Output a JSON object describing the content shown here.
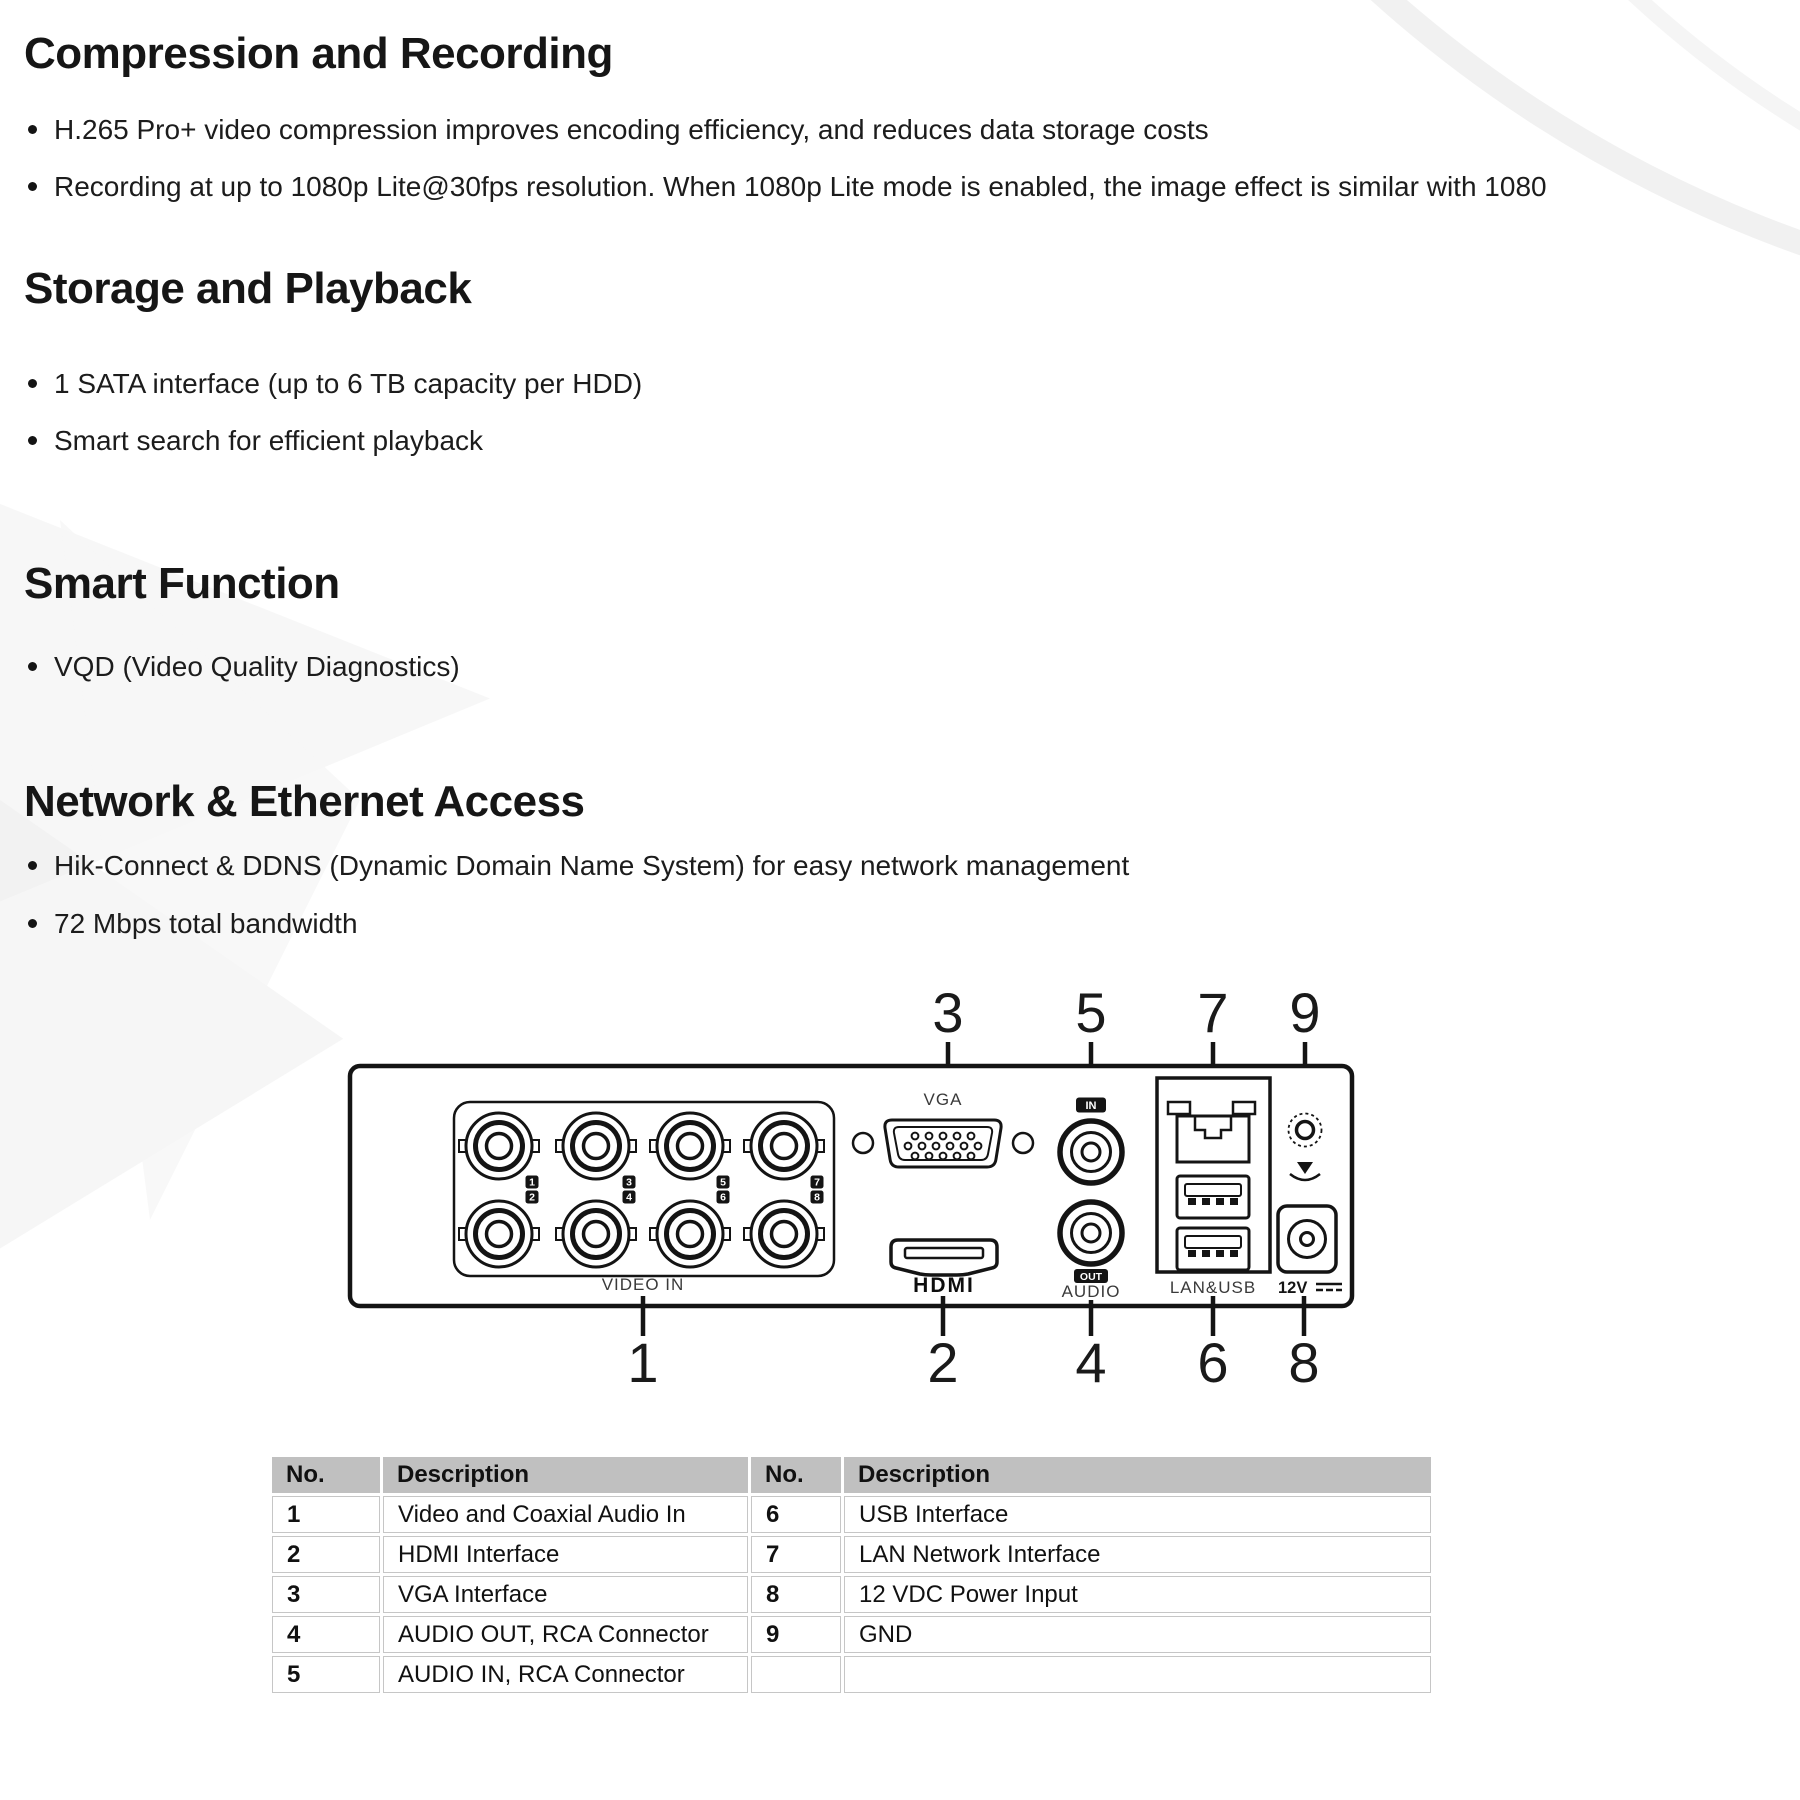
{
  "sections": [
    {
      "heading": "Compression and Recording",
      "bullets": [
        "H.265 Pro+ video compression improves encoding efficiency, and reduces data storage costs",
        "Recording at up to 1080p Lite@30fps resolution. When 1080p Lite mode is enabled, the image effect is similar with 1080"
      ]
    },
    {
      "heading": "Storage and Playback",
      "bullets": [
        "1 SATA interface (up to 6 TB capacity per HDD)",
        "Smart search for efficient playback"
      ]
    },
    {
      "heading": "Smart Function",
      "bullets": [
        "VQD (Video Quality Diagnostics)"
      ]
    },
    {
      "heading": "Network & Ethernet Access",
      "bullets": [
        "Hik-Connect & DDNS (Dynamic Domain Name System) for easy network management",
        "72 Mbps total bandwidth"
      ]
    }
  ],
  "diagram": {
    "labels": {
      "vga": "VGA",
      "video_in": "VIDEO IN",
      "hdmi": "HDMI",
      "audio": "AUDIO",
      "in_badge": "IN",
      "out_badge": "OUT",
      "lan_usb": "LAN&USB",
      "power": "12V"
    },
    "bnc_numbers": [
      "1",
      "2",
      "3",
      "4",
      "5",
      "6",
      "7",
      "8"
    ],
    "callouts_top": [
      "3",
      "5",
      "7",
      "9"
    ],
    "callouts_bottom": [
      "1",
      "2",
      "4",
      "6",
      "8"
    ]
  },
  "table": {
    "headers": [
      "No.",
      "Description",
      "No.",
      "Description"
    ],
    "rows": [
      [
        "1",
        "Video and Coaxial Audio In",
        "6",
        "USB Interface"
      ],
      [
        "2",
        "HDMI Interface",
        "7",
        "LAN Network Interface"
      ],
      [
        "3",
        "VGA Interface",
        "8",
        "12 VDC Power Input"
      ],
      [
        "4",
        "AUDIO OUT, RCA Connector",
        "9",
        "GND"
      ],
      [
        "5",
        "AUDIO IN, RCA Connector",
        "",
        ""
      ]
    ]
  }
}
